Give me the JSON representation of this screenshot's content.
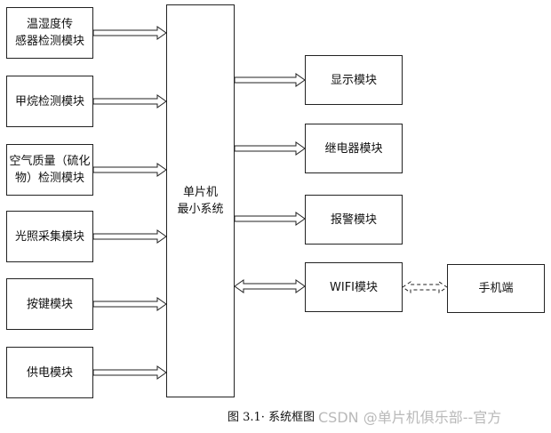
{
  "inputs": [
    {
      "label": "温湿度传\n感器检测模块"
    },
    {
      "label": "甲烷检测模块"
    },
    {
      "label": "空气质量（硫化\n物）检测模块"
    },
    {
      "label": "光照采集模块"
    },
    {
      "label": "按键模块"
    },
    {
      "label": "供电模块"
    }
  ],
  "mcu": {
    "label": "单片机\n最小系统"
  },
  "outputs": [
    {
      "label": "显示模块"
    },
    {
      "label": "继电器模块"
    },
    {
      "label": "报警模块"
    },
    {
      "label": "WIFI模块"
    }
  ],
  "phone": {
    "label": "手机端"
  },
  "caption": "图 3.1· 系统框图",
  "watermark": "CSDN @单片机俱乐部--官方"
}
